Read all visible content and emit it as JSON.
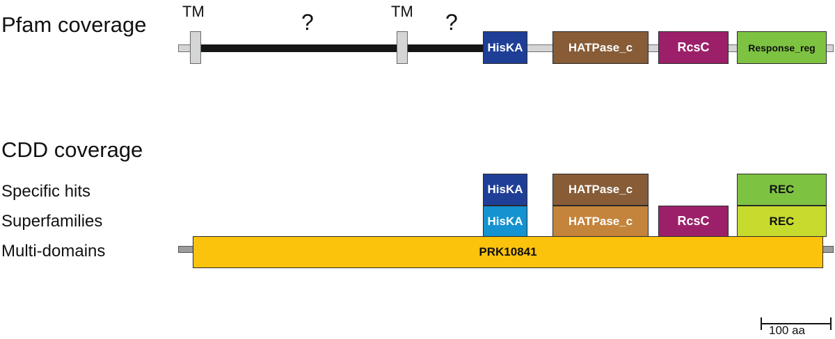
{
  "pfam": {
    "title": "Pfam coverage",
    "tm_label_1": "TM",
    "tm_label_2": "TM",
    "unknown_1": "?",
    "unknown_2": "?",
    "domains": {
      "hiska": {
        "label": "HisKA",
        "color": "#1f3f97"
      },
      "hatpase": {
        "label": "HATPase_c",
        "color": "#875c37"
      },
      "rcsc": {
        "label": "RcsC",
        "color": "#9c2069"
      },
      "response_reg": {
        "label": "Response_reg",
        "color": "#7ec242"
      }
    }
  },
  "cdd": {
    "title": "CDD coverage",
    "rows": {
      "specific": "Specific hits",
      "superfamilies": "Superfamilies",
      "multi": "Multi-domains"
    },
    "specific_hits": {
      "hiska": {
        "label": "HisKA",
        "color": "#1f3f97"
      },
      "hatpase": {
        "label": "HATPase_c",
        "color": "#875c37"
      },
      "rec": {
        "label": "REC",
        "color": "#7ec242"
      }
    },
    "superfamilies": {
      "hiska": {
        "label": "HisKA",
        "color": "#1592d0"
      },
      "hatpase": {
        "label": "HATPase_c",
        "color": "#c4843c"
      },
      "rcsc": {
        "label": "RcsC",
        "color": "#9c2069"
      },
      "rec": {
        "label": "REC",
        "color": "#c7db2f"
      }
    },
    "multi_domains": {
      "label": "PRK10841",
      "color": "#fcc30c"
    }
  },
  "scale_bar": {
    "label": "100 aa"
  }
}
